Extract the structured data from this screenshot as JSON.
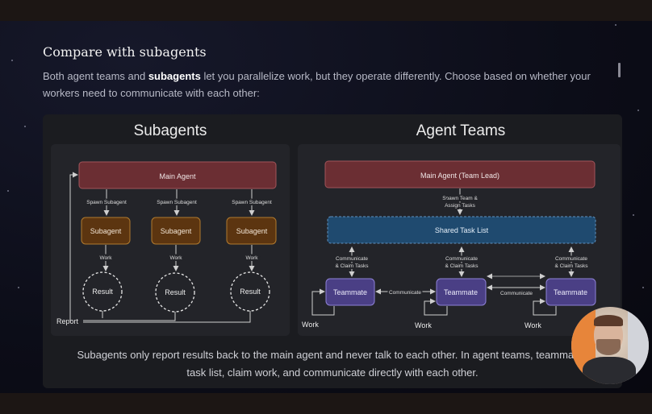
{
  "heading": "Compare with subagents",
  "intro": {
    "before": "Both agent teams and ",
    "bold": "subagents",
    "after": " let you parallelize work, but they operate differently. Choose based on whether your workers need to communicate with each other:"
  },
  "diagram": {
    "subagents": {
      "title": "Subagents",
      "main": "Main Agent",
      "spawn": "Spawn Subagent",
      "subagent": "Subagent",
      "work": "Work",
      "result": "Result",
      "report": "Report"
    },
    "teams": {
      "title": "Agent Teams",
      "lead": "Main Agent (Team Lead)",
      "spawn_line1": "Spawn Team &",
      "spawn_line2": "Assign Tasks",
      "tasklist": "Shared Task List",
      "comm_line1": "Communicate",
      "comm_line2": "& Claim Tasks",
      "teammate": "Teammate",
      "communicate": "Communicate",
      "work": "Work"
    },
    "caption_line1": "Subagents only report results back to the main agent and never talk to each other. In agent teams, teammates",
    "caption_line2": "task list, claim work, and communicate directly with each other."
  },
  "colors": {
    "main_agent": "#6b2e33",
    "subagent": "#5c3510",
    "task_list": "#1f4a6f",
    "teammate": "#4a3f85"
  }
}
